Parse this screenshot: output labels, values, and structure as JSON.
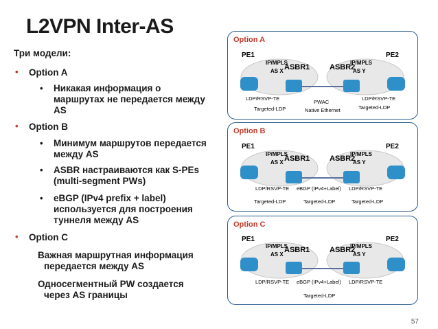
{
  "title": "L2VPN Inter-AS",
  "left": {
    "heading": "Три модели:",
    "opt_a": "Option A",
    "opt_a_b1": [
      "Никакая информация о",
      "маршрутах не передается между",
      "AS"
    ],
    "opt_b": "Option B",
    "opt_b_b1": [
      "Минимум маршрутов передается",
      "между AS"
    ],
    "opt_b_b2": [
      "ASBR настраиваются как S-PEs",
      "(multi-segment PWs)"
    ],
    "opt_b_b3": [
      "eBGP (IPv4 prefix + label)",
      "используется для построения",
      "туннеля между AS"
    ],
    "opt_c": "Option C",
    "opt_c_p1": [
      "Важная маршрутная информация",
      "передается между AS"
    ],
    "opt_c_p2": [
      "Односегментный PW создается",
      "через AS границы"
    ]
  },
  "common": {
    "pe1": "PE1",
    "pe2": "PE2",
    "asbr1": "ASBR1",
    "asbr2": "ASBR2",
    "ipmpls": "IP/MPLS",
    "asx": "AS X",
    "asy": "AS Y"
  },
  "panel_a": {
    "title": "Option A",
    "ldp_left": "LDP/RSVP-TE",
    "ldp_right": "LDP/RSVP-TE",
    "tldp_left": "Targeted-LDP",
    "tldp_right": "Targeted-LDP",
    "pwac": "PWAC",
    "native": "Native Ethernet"
  },
  "panel_b": {
    "title": "Option B",
    "ldp_left": "LDP/RSVP-TE",
    "ebgp": "eBGP (IPv4+Label)",
    "ldp_right": "LDP/RSVP-TE",
    "tldp_left": "Targeted-LDP",
    "tldp_mid": "Targeted-LDP",
    "tldp_right": "Targeted-LDP"
  },
  "panel_c": {
    "title": "Option C",
    "ldp_left": "LDP/RSVP-TE",
    "ebgp": "eBGP (IPv4+Label)",
    "ldp_right": "LDP/RSVP-TE",
    "tldp": "Targeted-LDP"
  },
  "page_number": "57",
  "colors": {
    "accent_red": "#c0392b",
    "panel_border": "#2a5a8a",
    "router": "#2f8fc9",
    "link": "#5a6fa0"
  }
}
